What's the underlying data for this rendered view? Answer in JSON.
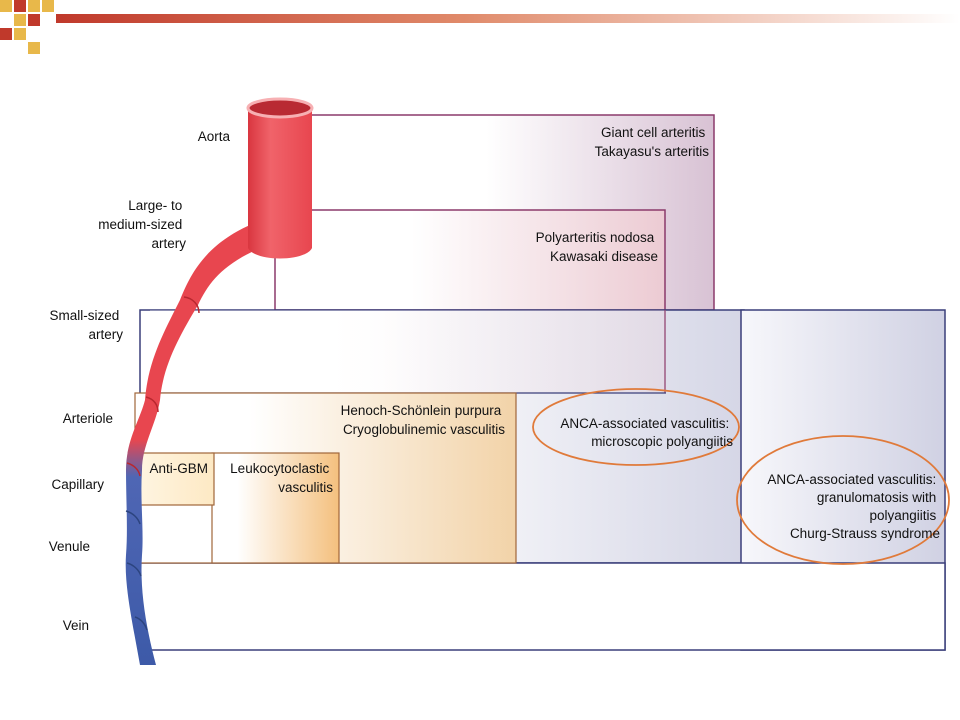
{
  "vessel_labels": {
    "aorta": "Aorta",
    "large_medium_artery": [
      "Large- to",
      "medium-sized",
      "artery"
    ],
    "small_artery": [
      "Small-sized",
      "artery"
    ],
    "arteriole": "Arteriole",
    "capillary": "Capillary",
    "venule": "Venule",
    "vein": "Vein"
  },
  "diseases": {
    "large_vessel": [
      "Giant cell arteritis",
      "Takayasu's arteritis"
    ],
    "medium_vessel": [
      "Polyarteritis nodosa",
      "Kawasaki disease"
    ],
    "immune_complex": [
      "Henoch-Schönlein purpura",
      "Cryoglobulinemic vasculitis"
    ],
    "anti_gbm": "Anti-GBM",
    "leukocytoclastic": [
      "Leukocytoclastic",
      "vasculitis"
    ],
    "anca_mpa": [
      "ANCA-associated vasculitis:",
      "microscopic polyangiitis"
    ],
    "anca_gpa": [
      "ANCA-associated vasculitis:",
      "granulomatosis with",
      "polyangiitis",
      "Churg-Strauss syndrome"
    ]
  },
  "colors": {
    "header_red": "#c0392b",
    "header_gold": "#e8b84a",
    "artery_red": "#e8464f",
    "vein_blue": "#3d5aa8",
    "large_vessel_border": "#8b3a6b",
    "anca_border": "#3a3f7a",
    "immune_complex_fill": "#f4c98a",
    "highlight_circle": "#e07a3a"
  }
}
